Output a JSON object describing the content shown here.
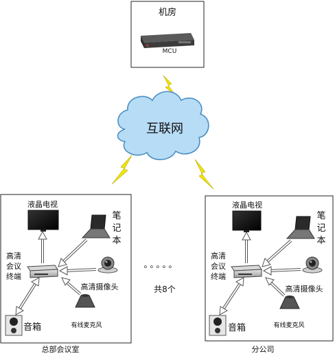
{
  "machine_room": {
    "title": "机房",
    "device_label": "MCU"
  },
  "internet": {
    "label": "互联网"
  },
  "headquarters": {
    "caption": "总部会议室",
    "tv_label": "液晶电视",
    "laptop_label_lines": [
      "笔",
      "记",
      "本"
    ],
    "terminal_label_lines": [
      "高清",
      "会议",
      "终端"
    ],
    "camera_label": "高清摄像头",
    "speaker_label": "音箱",
    "microphone_label": "有线麦克风"
  },
  "branch": {
    "caption": "分公司",
    "tv_label": "液晶电视",
    "laptop_label_lines": [
      "笔",
      "记",
      "本"
    ],
    "terminal_label_lines": [
      "高清",
      "会议",
      "终端"
    ],
    "camera_label": "高清摄像头",
    "speaker_label": "音箱",
    "microphone_label": "有线麦克风"
  },
  "middle": {
    "dots": "。。。。。",
    "count_label": "共8个"
  },
  "colors": {
    "cloud_fill": "#b7dcf5",
    "cloud_stroke": "#4a8fc4",
    "lightning": "#f2e500",
    "arrow_fill": "#ffffff",
    "arrow_stroke": "#555555"
  }
}
